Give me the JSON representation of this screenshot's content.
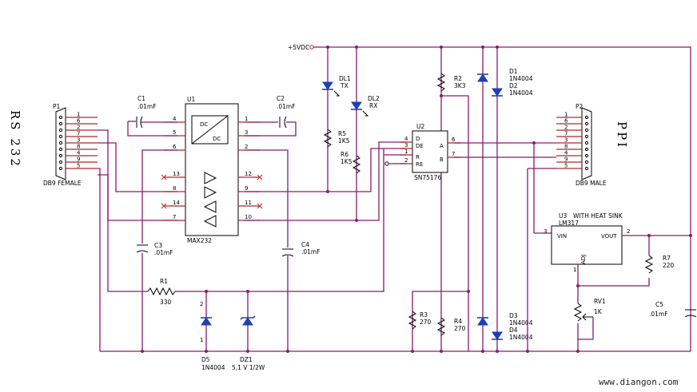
{
  "labels": {
    "vcc": "+5VDC",
    "rs232": "RS 232",
    "ppi": "PPI",
    "watermark": "www.diangon.com",
    "p1": "P1",
    "p1_desc": "DB9 FEMALE",
    "p2": "P2",
    "p2_desc": "DB9 MALE",
    "u1": "U1",
    "u1_part": "MAX232",
    "u2": "U2",
    "u2_part": "SN75176",
    "u3": "U3",
    "u3_note": "WITH HEAT SINK",
    "u3_part": "LM317",
    "u3_vin": "VIN",
    "u3_vout": "VOUT",
    "u3_adj": "ADJ",
    "u1_dc": "DC",
    "u2_d": "D",
    "u2_de": "DE",
    "u2_r": "R",
    "u2_re": "RE",
    "u2_a": "A",
    "u2_b": "B",
    "c1": "C1",
    "c1_val": ".01mF",
    "c2": "C2",
    "c2_val": ".01mF",
    "c3": "C3",
    "c3_val": ".01mF",
    "c4": "C4",
    "c4_val": ".01mF",
    "c5": "C5",
    "c5_val": ".01mF",
    "r1": "R1",
    "r1_val": "330",
    "r2": "R2",
    "r2_val": "3K3",
    "r3": "R3",
    "r3_val": "270",
    "r4": "R4",
    "r4_val": "270",
    "r5": "R5",
    "r5_val": "1K5",
    "r6": "R6",
    "r6_val": "1K5",
    "r7": "R7",
    "r7_val": "220",
    "rv1": "RV1",
    "rv1_val": "1K",
    "dl1": "DL1",
    "dl1_sig": "TX",
    "dl2": "DL2",
    "dl2_sig": "RX",
    "d1": "D1",
    "d1_part": "1N4004",
    "d2": "D2",
    "d2_part": "1N4004",
    "d3": "D3",
    "d3_part": "1N4004",
    "d4": "D4",
    "d4_part": "1N4004",
    "d5": "D5",
    "d5_part": "1N4004",
    "dz1": "DZ1",
    "dz1_val": "5,1 V 1/2W"
  },
  "pins": {
    "db9_p1": [
      "1",
      "6",
      "2",
      "7",
      "3",
      "8",
      "4",
      "9",
      "5"
    ],
    "db9_p2": [
      "1",
      "6",
      "2",
      "7",
      "3",
      "8",
      "4",
      "9",
      "5"
    ],
    "u1_left": [
      "4",
      "5",
      "6",
      "13",
      "8",
      "14",
      "7"
    ],
    "u1_right": [
      "1",
      "3",
      "2",
      "12",
      "9",
      "11",
      "10"
    ],
    "u2_left": [
      "4",
      "3",
      "1",
      "2"
    ],
    "u2_right": [
      "6",
      "7"
    ],
    "u3": [
      "3",
      "2",
      "1"
    ],
    "d5": [
      "2",
      "1"
    ]
  }
}
